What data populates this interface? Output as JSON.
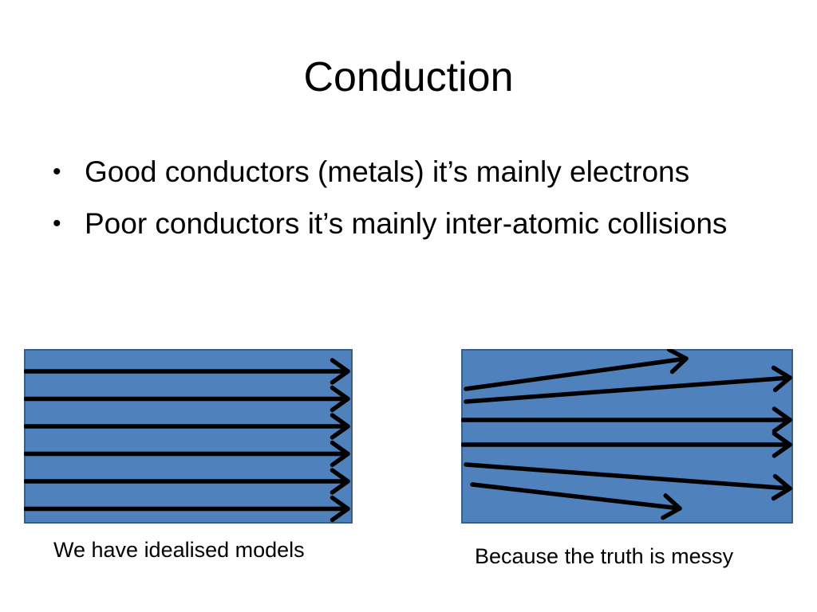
{
  "slide": {
    "title": "Conduction",
    "bullets": [
      "Good conductors (metals) it’s mainly electrons",
      "Poor conductors it’s mainly inter-atomic collisions"
    ],
    "bullet_marker": "•"
  },
  "diagrams": {
    "fill_color": "#4f81bd",
    "border_color": "#385d8a",
    "arrow_color": "#000000",
    "left": {
      "caption": "We have idealised models",
      "arrow_count": 6,
      "arrow_style": "parallel"
    },
    "right": {
      "caption": "Because the truth is messy",
      "arrow_count": 6,
      "arrow_style": "scattered"
    }
  }
}
